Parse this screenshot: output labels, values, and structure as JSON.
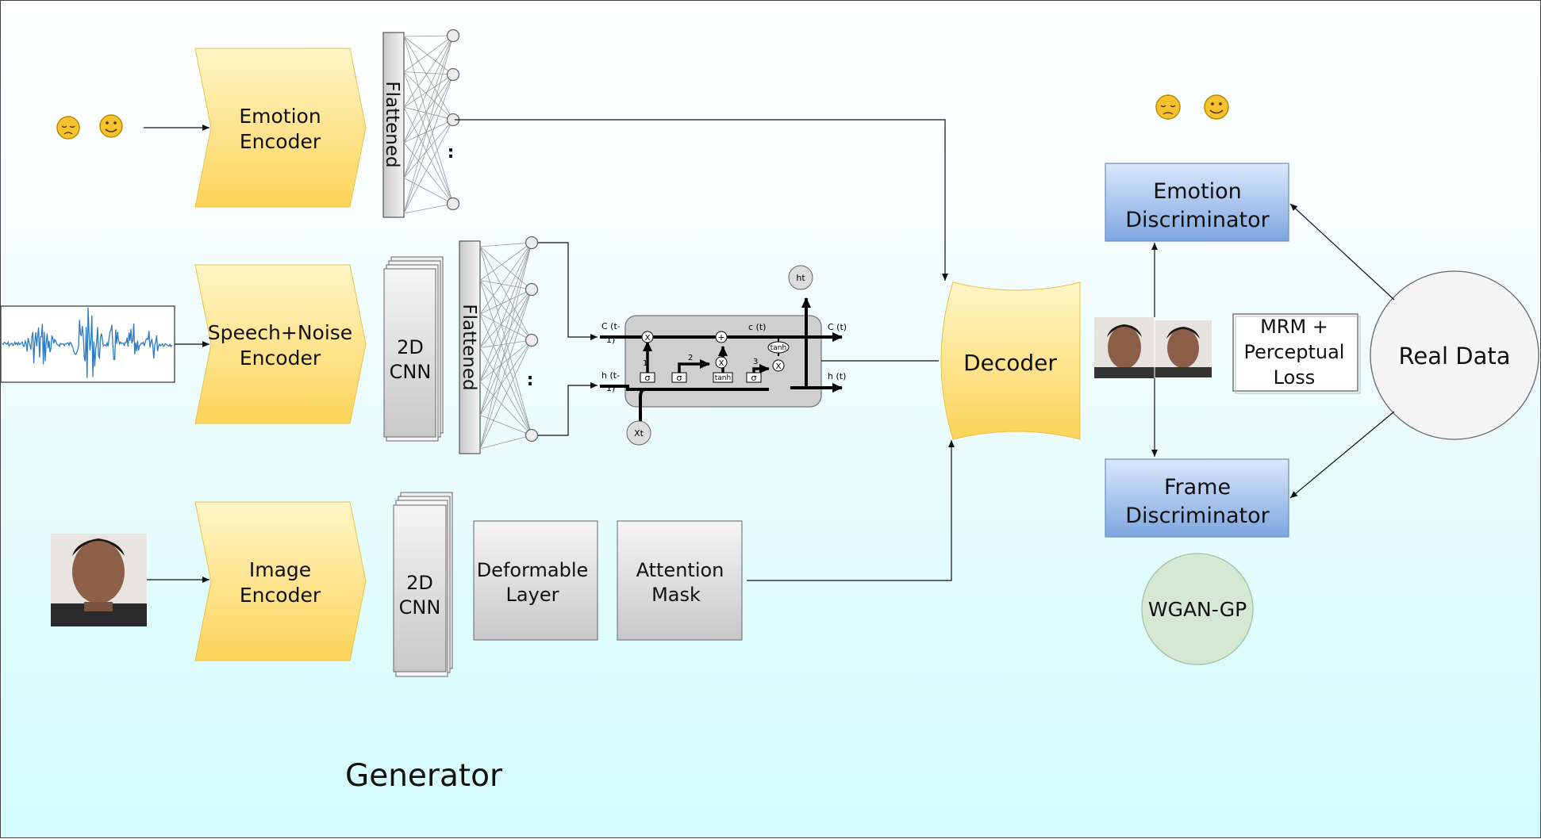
{
  "generator": {
    "caption": "Generator",
    "emotion_encoder": {
      "line1": "Emotion",
      "line2": "Encoder"
    },
    "speech_encoder": {
      "line1": "Speech+Noise",
      "line2": "Encoder"
    },
    "image_encoder": {
      "line1": "Image",
      "line2": "Encoder"
    },
    "flattened_top": "Flattened",
    "flattened_mid": "Flattened",
    "cnn_mid": {
      "line1": "2D",
      "line2": "CNN"
    },
    "cnn_bottom": {
      "line1": "2D",
      "line2": "CNN"
    },
    "deformable": {
      "line1": "Deformable",
      "line2": "Layer"
    },
    "attention": {
      "line1": "Attention",
      "line2": "Mask"
    },
    "ellipsis": ":",
    "decoder": "Decoder",
    "lstm": {
      "c_prev": "C (t-",
      "c_prev2": "1)",
      "h_prev": "h (t-",
      "h_prev2": "1)",
      "c_mid": "c (t)",
      "c_out": "C (t)",
      "h_out": "h (t)",
      "h_t": "ht",
      "x_t": "Xt",
      "sigma": "σ",
      "tanh": "tanh",
      "mult": "X",
      "plus": "+",
      "gate1": "1",
      "gate2": "2",
      "gate3": "3"
    }
  },
  "discriminator": {
    "emotion": {
      "line1": "Emotion",
      "line2": "Discriminator"
    },
    "frame": {
      "line1": "Frame",
      "line2": "Discriminator"
    },
    "loss": {
      "line1": "MRM +",
      "line2": "Perceptual",
      "line3": "Loss"
    },
    "real_data": "Real Data",
    "wgan": "WGAN-GP"
  },
  "colors": {
    "encoder_fill": "#fcd35a",
    "discriminator_fill": "#7ea6e0",
    "wgan_fill": "#d5e8d4",
    "emoji_fill": "#f7c22f"
  }
}
